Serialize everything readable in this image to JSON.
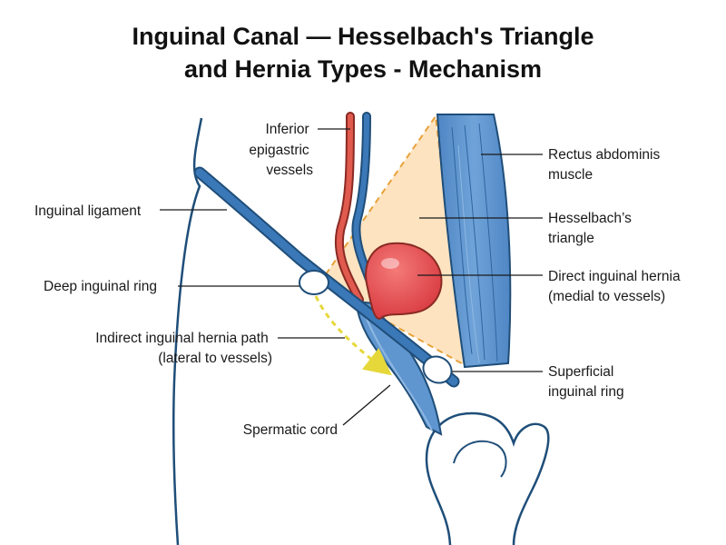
{
  "title": {
    "line1": "Inguinal Canal — Hesselbach's Triangle",
    "line2": "and Hernia Types - Mechanism"
  },
  "labels": {
    "inferior_epigastric": [
      "Inferior",
      "epigastric",
      "vessels"
    ],
    "rectus": [
      "Rectus abdominis",
      "muscle"
    ],
    "inguinal_ligament": [
      "Inguinal ligament"
    ],
    "hesselbach": [
      "Hesselbach’s",
      "triangle"
    ],
    "deep_ring": [
      "Deep inguinal ring"
    ],
    "direct_hernia": [
      "Direct inguinal hernia",
      "(medial to vessels)"
    ],
    "indirect_path": [
      "Indirect inguinal hernia path",
      "(lateral to vessels)"
    ],
    "superficial_ring": [
      "Superficial",
      "inguinal ring"
    ],
    "spermatic_cord": [
      "Spermatic cord"
    ]
  },
  "colors": {
    "outline": "#1f4e79",
    "structure_blue": "#3b78b8",
    "muscle_blue": "#5f96cf",
    "vessel_red": "#e05a4e",
    "hernia_red": "#e8454a",
    "triangle_fill": "#fde3c0",
    "triangle_border": "#e8a23a",
    "indirect_path": "#e6d83a"
  }
}
